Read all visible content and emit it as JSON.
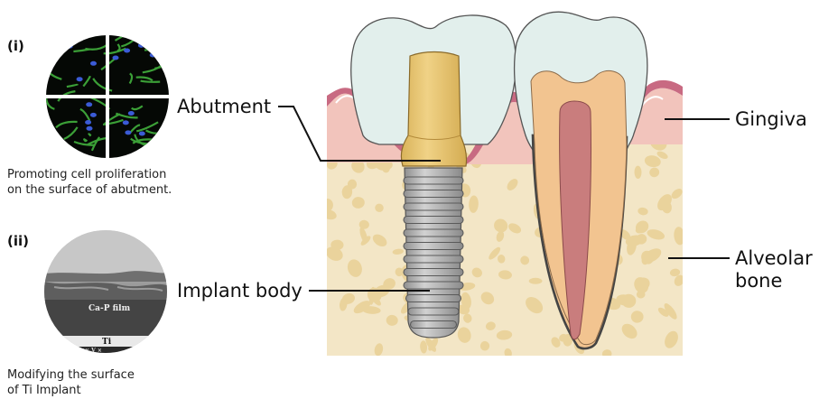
{
  "panels": {
    "i": {
      "tag": "(i)",
      "caption_line1": "Promoting cell proliferation",
      "caption_line2": "on the surface of abutment."
    },
    "ii": {
      "tag": "(ii)",
      "caption_line1": "Modifying the surface",
      "caption_line2": "of Ti Implant",
      "film_label": "Ca-P film",
      "substrate_label": "Ti",
      "scale_text": "××× V ×"
    }
  },
  "labels": {
    "abutment": "Abutment",
    "implant_body": "Implant body",
    "gingiva": "Gingiva",
    "alveolar_line1": "Alveolar",
    "alveolar_line2": "bone"
  },
  "colors": {
    "bone": "#f3e6c6",
    "bone_spot": "#ead39c",
    "gingiva": "#f2c4bc",
    "gingiva_dark": "#c86a82",
    "crown": "#e2efec",
    "dentin": "#f2c490",
    "pulp": "#c97d7d",
    "abutment": "#e8c775",
    "implant": "#a8a8a8",
    "cell_green": "#3fa83a",
    "cell_nucleus": "#3b5bd6"
  }
}
